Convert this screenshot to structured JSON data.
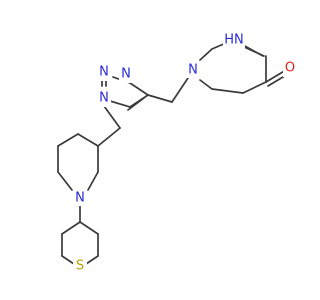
{
  "colors": {
    "bond": "#3a3a3a",
    "nitrogen": "#2b2bd8",
    "oxygen": "#e02020",
    "sulfur": "#b8a200",
    "background": "#ffffff"
  },
  "atom_labels": {
    "piperazinone_nh": "HN",
    "piperazinone_n": "N",
    "carbonyl_o": "O",
    "triazole_n1": "N",
    "triazole_n2": "N",
    "triazole_n3": "N",
    "piperidine_n": "N",
    "thiane_s": "S"
  }
}
